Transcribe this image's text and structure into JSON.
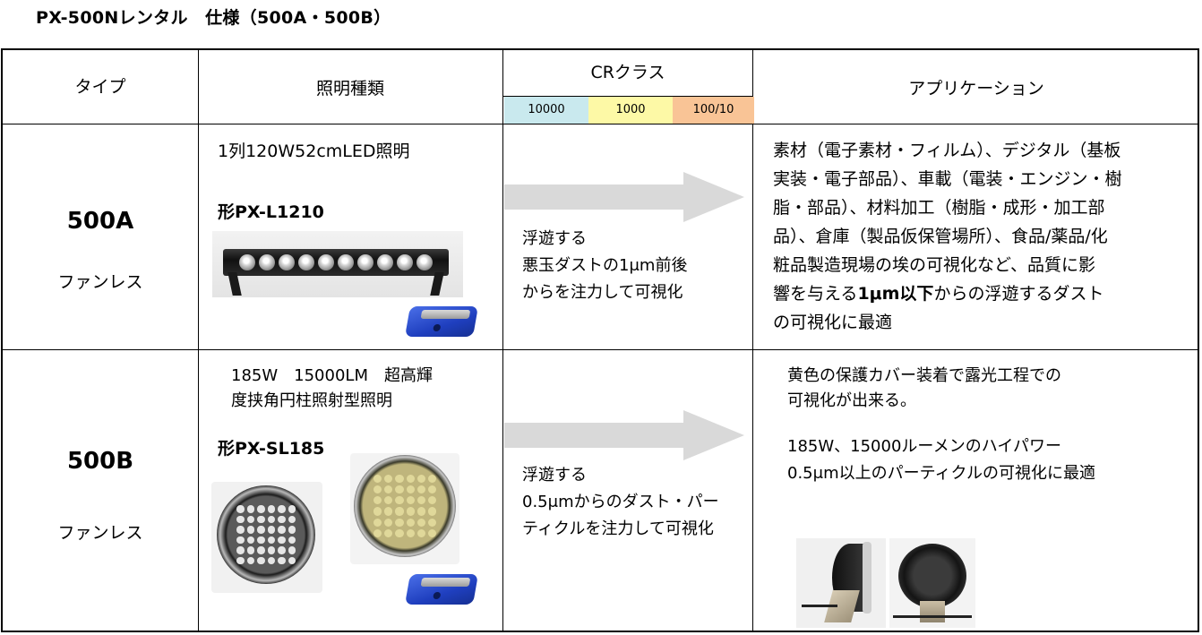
{
  "title": "PX-500Nレンタル　仕様（500A・500B）",
  "header": {
    "type": "タイプ",
    "lighting": "照明種類",
    "cr_class": "CRクラス",
    "cr_levels": [
      "10000",
      "1000",
      "100/10"
    ],
    "application": "アプリケーション"
  },
  "colors": {
    "cr_10000": "#c9e9ee",
    "cr_1000": "#fdf9a6",
    "cr_100_10": "#f9c496",
    "arrow": "#d9d9d9",
    "driver_blue": "#2a4fd6"
  },
  "rows": [
    {
      "type_name": "500A",
      "type_sub": "ファンレス",
      "lighting_desc": "1列120W52cmLED照明",
      "model": "形PX-L1210",
      "cr_text": [
        "浮遊する",
        "悪玉ダストの1μm前後",
        "からを注力して可視化"
      ],
      "app_lines": [
        "素材（電子素材・フィルム）、デジタル（基板",
        "実装・電子部品）、車載（電装・エンジン・樹",
        "脂・部品）、材料加工（樹脂・成形・加工部",
        "品）、倉庫（製品仮保管場所）、食品/薬品/化",
        "粧品製造現場の埃の可視化など、品質に影"
      ],
      "app_line6_pre": "響を与える",
      "app_line6_bold": "1μm以下",
      "app_line6_post": "からの浮遊するダスト",
      "app_line7": "の可視化に最適",
      "icons": [
        "led-bar-light-image",
        "driver-box-image",
        "arrow-icon"
      ]
    },
    {
      "type_name": "500B",
      "type_sub": "ファンレス",
      "lighting_desc": [
        "185W　15000LM　超高輝",
        "度挟角円柱照射型照明"
      ],
      "model": "形PX-SL185",
      "cr_text": [
        "浮遊する",
        "0.5μmからのダスト・パー",
        "ティクルを注力して可視化"
      ],
      "app_lines_a": [
        "黄色の保護カバー装着で露光工程での",
        "可視化が出来る。"
      ],
      "app_lines_b": [
        "185W、15000ルーメンのハイパワー",
        "0.5μm以上のパーティクルの可視化に最適"
      ],
      "icons": [
        "round-lamp-image",
        "yellow-cover-lamp-image",
        "driver-box-image",
        "lamp-side-image",
        "lamp-back-image",
        "arrow-icon"
      ]
    }
  ]
}
